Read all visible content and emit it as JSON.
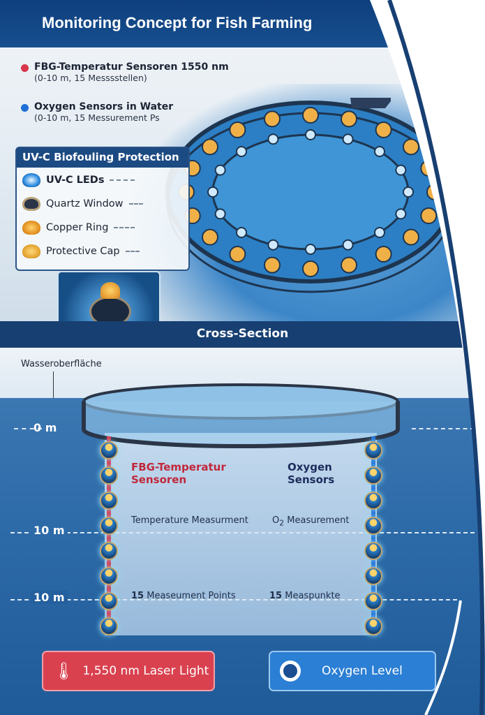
{
  "title": "Monitoring Concept for Fish Farming",
  "legend": [
    {
      "label": "FBG-Temperatur Sensoren 1550 nm",
      "sub": "(0-10 m, 15 Messsstellen)",
      "color": "#d8364a"
    },
    {
      "label": "Oxygen Sensors in Water",
      "sub": "(0-10 m, 15 Messurement Ps",
      "color": "#1f6fd6"
    }
  ],
  "uvc": {
    "title": "UV-C Biofouling Protection",
    "items": [
      "UV-C LEDs",
      "Quartz Window",
      "Copper Ring",
      "Protective Cap"
    ]
  },
  "cross_section": "Cross-Section",
  "surface_label": "Wasseroberfläche",
  "depths": [
    "0 m",
    "10 m",
    "10 m"
  ],
  "labels": {
    "fbg": "FBG-Temperatur",
    "fbg2": "Sensoren",
    "oxy": "Oxygen",
    "oxy2": "Sensors",
    "temp_meas": "Temperature Measurment",
    "o2_meas": "Measurement",
    "o2": "O",
    "count": "15",
    "points": "Measeument Points",
    "punkte": "Measpunkte"
  },
  "buttons": {
    "laser": "1,550 nm Laser Light",
    "oxygen": "Oxygen Level"
  },
  "colors": {
    "red": "#d8364a",
    "blue": "#1f6fd6",
    "navy": "#173f72"
  }
}
